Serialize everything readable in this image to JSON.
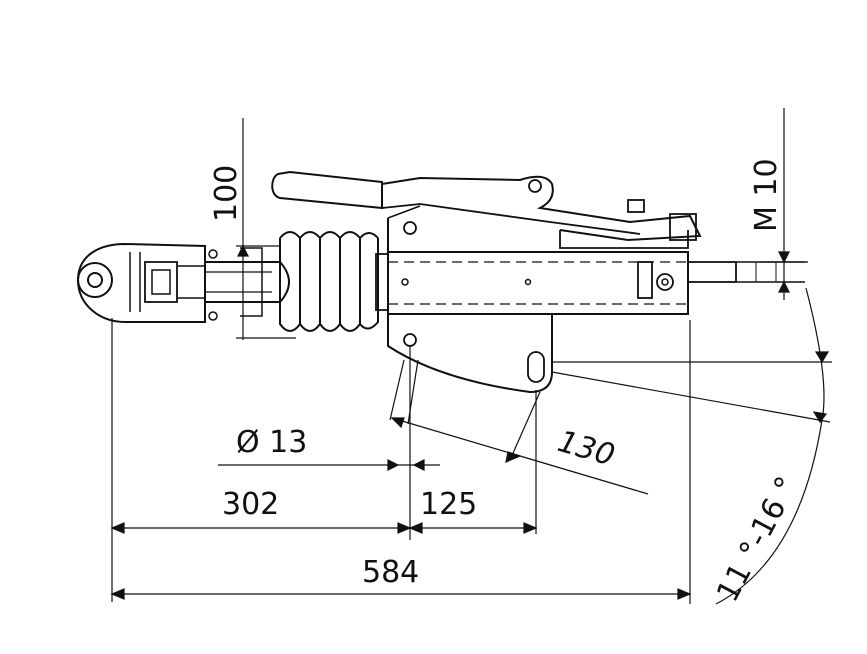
{
  "dimensions": {
    "height_100": "100",
    "bolt_m10": "M 10",
    "hole_diameter": "Ø 13",
    "length_302": "302",
    "length_125": "125",
    "length_130": "130",
    "length_584": "584",
    "angle_range": "11 °-16 °"
  },
  "colors": {
    "line": "#111111",
    "background": "#ffffff"
  }
}
